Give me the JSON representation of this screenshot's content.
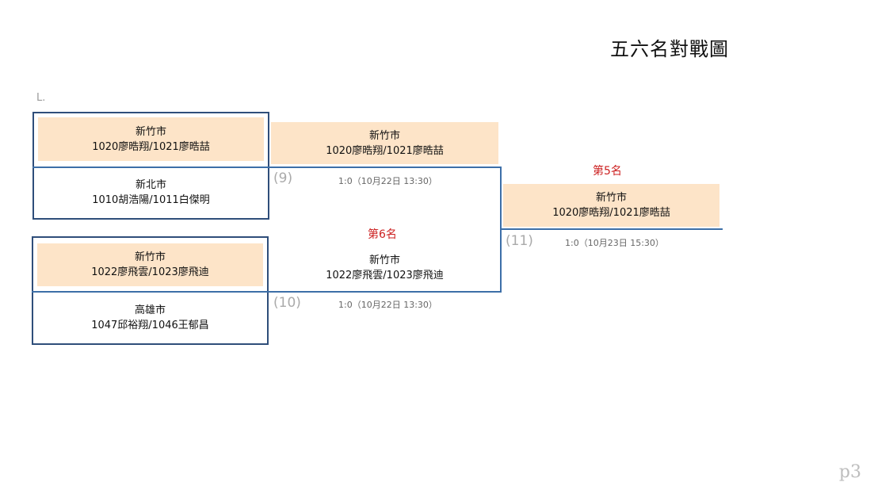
{
  "title": "五六名對戰圖",
  "section_label": "L.",
  "page_number": "p3",
  "colors": {
    "box_border": "#2f4e7a",
    "line": "#3d6fa8",
    "winner_fill": "#fde4c8",
    "place_text": "#cc1f1f"
  },
  "round1": {
    "match1": {
      "team1": {
        "city": "新竹市",
        "players": "1020廖晧翔/1021廖晧喆",
        "winner": true
      },
      "team2": {
        "city": "新北市",
        "players": "1010胡浩陽/1011白傑明",
        "winner": false
      }
    },
    "match2": {
      "team1": {
        "city": "新竹市",
        "players": "1022廖飛雲/1023廖飛迪",
        "winner": true
      },
      "team2": {
        "city": "高雄市",
        "players": "1047邱裕翔/1046王郁昌",
        "winner": false
      }
    }
  },
  "round2": {
    "match9": {
      "number": "(9)",
      "score": "1:0（10月22日 13:30）",
      "winner": {
        "city": "新竹市",
        "players": "1020廖晧翔/1021廖晧喆"
      }
    },
    "match10": {
      "number": "(10)",
      "score": "1:0（10月22日 13:30）",
      "place_label": "第6名",
      "winner": {
        "city": "新竹市",
        "players": "1022廖飛雲/1023廖飛迪"
      }
    }
  },
  "final": {
    "match11": {
      "number": "(11)",
      "score": "1:0（10月23日 15:30）",
      "place_label": "第5名",
      "winner": {
        "city": "新竹市",
        "players": "1020廖晧翔/1021廖晧喆"
      }
    }
  }
}
